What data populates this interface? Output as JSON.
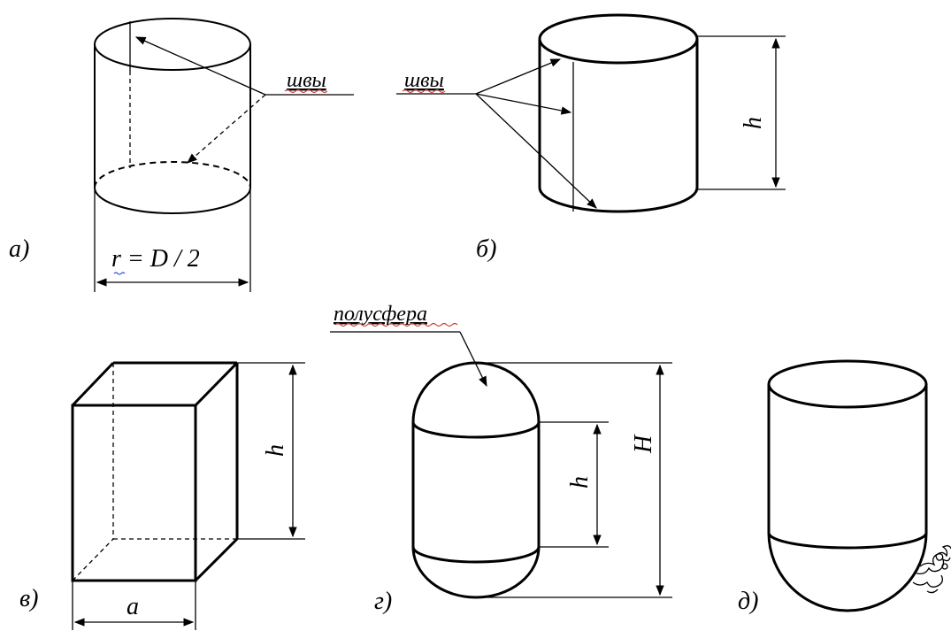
{
  "figure_labels": {
    "a": "а)",
    "b": "б)",
    "v": "в)",
    "g": "г)",
    "d": "д)"
  },
  "annotations": {
    "seams_a": "швы",
    "seams_b": "швы",
    "radius_formula": "r = D / 2",
    "hemisphere": "полусфера"
  },
  "dimensions": {
    "h_b": "h",
    "h_v": "h",
    "a_v": "a",
    "h_g": "h",
    "H_g": "H"
  }
}
